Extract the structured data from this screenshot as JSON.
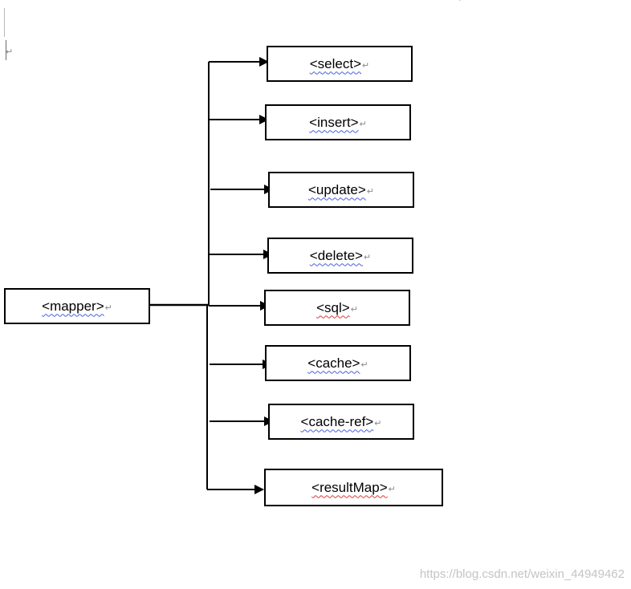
{
  "diagram": {
    "root": {
      "label": "<mapper>"
    },
    "children": [
      {
        "label": "<select>"
      },
      {
        "label": "<insert>"
      },
      {
        "label": "<update>"
      },
      {
        "label": "<delete>"
      },
      {
        "label": "<sql>"
      },
      {
        "label": "<cache>"
      },
      {
        "label": "<cache-ref>"
      },
      {
        "label": "<resultMap>"
      }
    ]
  },
  "editor": {
    "paragraph_mark": "↵"
  },
  "watermark": "https://blog.csdn.net/weixin_44949462",
  "colors": {
    "line": "#000000",
    "spell_underline_blue": "#4a5fd8",
    "spell_underline_red": "#d83a3a"
  }
}
